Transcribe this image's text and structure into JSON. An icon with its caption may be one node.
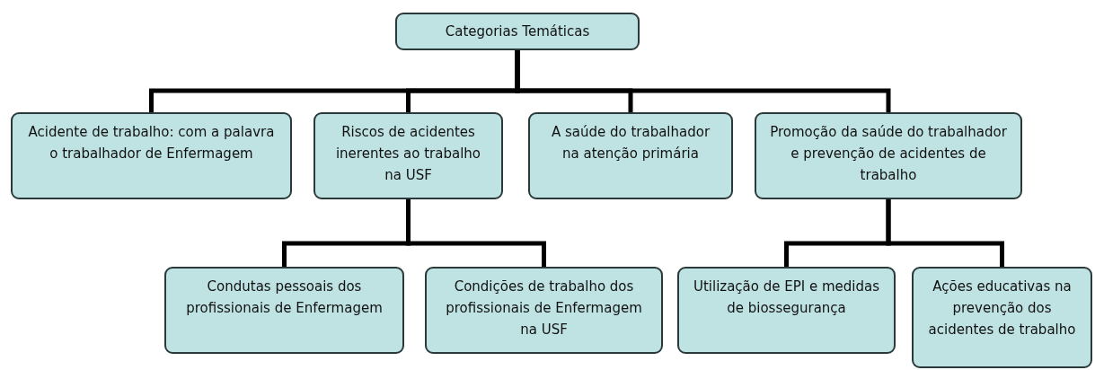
{
  "diagram": {
    "nodes": [
      {
        "text": [
          "Categorias Temáticas"
        ]
      },
      {
        "text": [
          "Acidente de trabalho: com a palavra o trabalhador de Enfermagem"
        ]
      },
      {
        "text": [
          "Riscos de acidentes inerentes ao trabalho na USF"
        ]
      },
      {
        "text": [
          "A saúde do trabalhador na atenção primária"
        ]
      },
      {
        "text": [
          "Promoção da saúde do trabalhador e prevenção de acidentes de trabalho"
        ]
      },
      {
        "text": [
          "Condutas pessoais dos profissionais de Enfermagem"
        ]
      },
      {
        "text": [
          "Condições de trabalho dos profissionais de Enfermagem na USF"
        ]
      },
      {
        "text": [
          "Utilização de EPI e medidas de biossegurança"
        ]
      },
      {
        "text": [
          "Ações educativas na prevenção dos acidentes de trabalho"
        ]
      }
    ],
    "edges": [
      {
        "from": 0,
        "to": 1,
        "arrow": "none"
      },
      {
        "from": 0,
        "to": 2,
        "arrow": "none"
      },
      {
        "from": 0,
        "to": 3,
        "arrow": "none"
      },
      {
        "from": 0,
        "to": 4,
        "arrow": "none"
      },
      {
        "from": 2,
        "to": 5,
        "arrow": "none"
      },
      {
        "from": 2,
        "to": 6,
        "arrow": "none"
      },
      {
        "from": 4,
        "to": 7,
        "arrow": "none"
      },
      {
        "from": 4,
        "to": 8,
        "arrow": "none"
      }
    ]
  }
}
